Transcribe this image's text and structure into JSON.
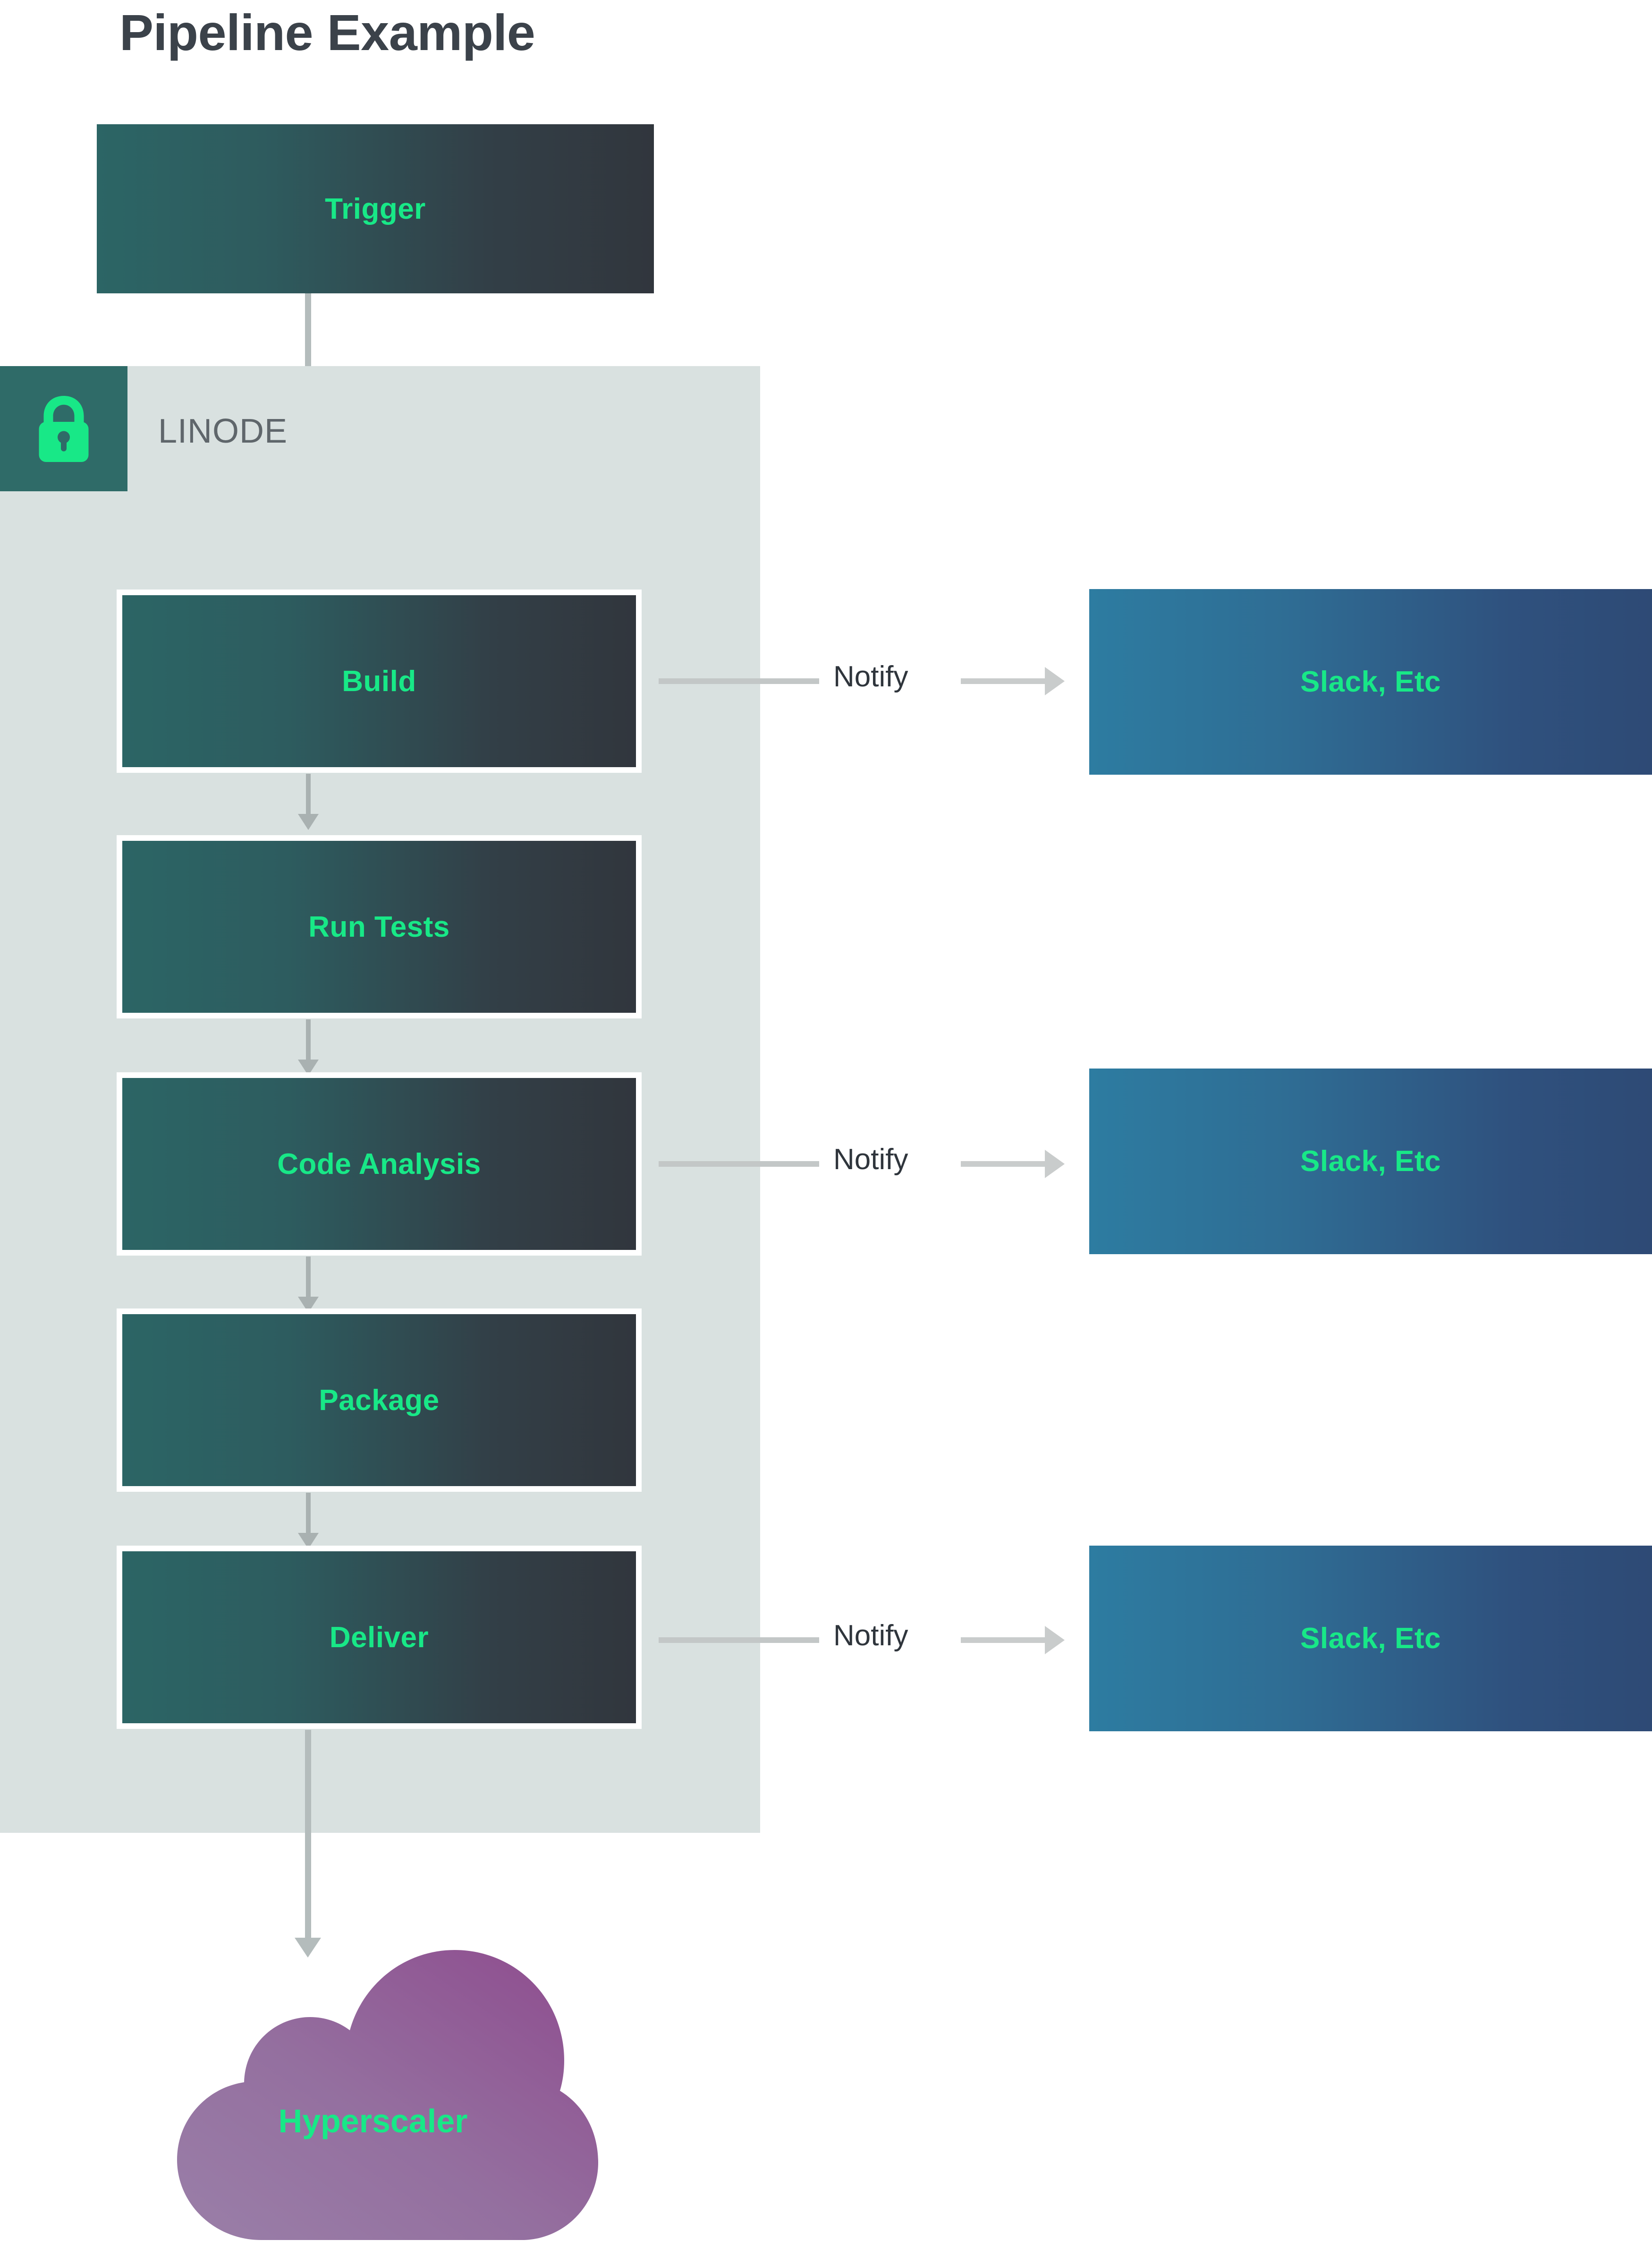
{
  "title": "Pipeline Example",
  "zone": {
    "label": "LINODE",
    "icon": "lock-icon",
    "bg_color": "#d9e1e0",
    "icon_bg_color": "#2f6b68",
    "icon_color": "#18e887"
  },
  "trigger": {
    "label": "Trigger"
  },
  "stages": [
    {
      "label": "Build"
    },
    {
      "label": "Run Tests"
    },
    {
      "label": "Code Analysis"
    },
    {
      "label": "Package"
    },
    {
      "label": "Deliver"
    }
  ],
  "notifications": [
    {
      "edge_label": "Notify",
      "target_label": "Slack, Etc"
    },
    {
      "edge_label": "Notify",
      "target_label": "Slack, Etc"
    },
    {
      "edge_label": "Notify",
      "target_label": "Slack, Etc"
    }
  ],
  "cloud": {
    "label": "Hyperscaler"
  },
  "colors": {
    "accent_green": "#18e887",
    "title_slate": "#3b424a",
    "zone_bg": "#d9e1e0",
    "zone_icon_bg": "#2f6b68",
    "stage_gradient_start": "#2c6565",
    "stage_gradient_end": "#31363d",
    "notify_gradient_start": "#2d7ca1",
    "notify_gradient_end": "#2e4a75",
    "cloud_gradient_start": "#9a7fa8",
    "cloud_gradient_end": "#8e4b8e",
    "connector_gray": "#b4bcbc",
    "label_gray": "#5f666b"
  },
  "chart_data": {
    "type": "diagram",
    "title": "Pipeline Example",
    "nodes": [
      {
        "id": "trigger",
        "label": "Trigger",
        "group": null
      },
      {
        "id": "build",
        "label": "Build",
        "group": "LINODE"
      },
      {
        "id": "run-tests",
        "label": "Run Tests",
        "group": "LINODE"
      },
      {
        "id": "code-analysis",
        "label": "Code Analysis",
        "group": "LINODE"
      },
      {
        "id": "package",
        "label": "Package",
        "group": "LINODE"
      },
      {
        "id": "deliver",
        "label": "Deliver",
        "group": "LINODE"
      },
      {
        "id": "slack-1",
        "label": "Slack, Etc",
        "group": null
      },
      {
        "id": "slack-2",
        "label": "Slack, Etc",
        "group": null
      },
      {
        "id": "slack-3",
        "label": "Slack, Etc",
        "group": null
      },
      {
        "id": "hyperscaler",
        "label": "Hyperscaler",
        "group": null,
        "shape": "cloud"
      }
    ],
    "edges": [
      {
        "from": "trigger",
        "to": "build",
        "label": ""
      },
      {
        "from": "build",
        "to": "run-tests",
        "label": ""
      },
      {
        "from": "run-tests",
        "to": "code-analysis",
        "label": ""
      },
      {
        "from": "code-analysis",
        "to": "package",
        "label": ""
      },
      {
        "from": "package",
        "to": "deliver",
        "label": ""
      },
      {
        "from": "build",
        "to": "slack-1",
        "label": "Notify"
      },
      {
        "from": "code-analysis",
        "to": "slack-2",
        "label": "Notify"
      },
      {
        "from": "deliver",
        "to": "slack-3",
        "label": "Notify"
      },
      {
        "from": "deliver",
        "to": "hyperscaler",
        "label": ""
      }
    ]
  }
}
